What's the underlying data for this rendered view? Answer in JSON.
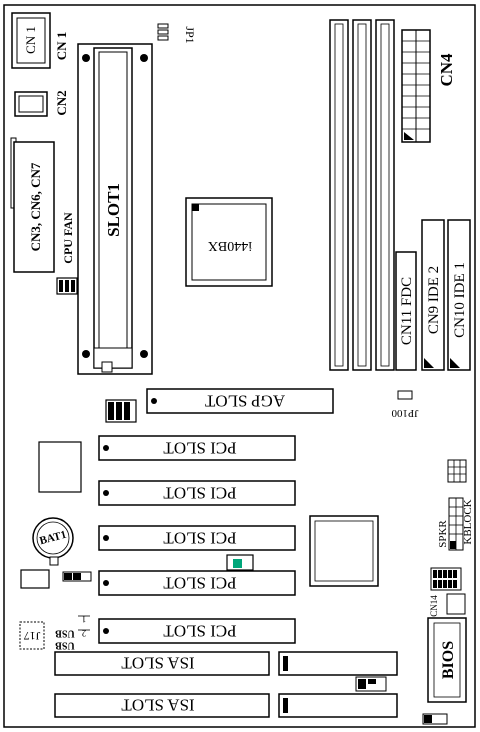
{
  "labels": {
    "cn1_box": "CN 1",
    "cn1_side": "CN 1",
    "jp1": "JP1",
    "cn2": "CN2",
    "cn4": "CN4",
    "cn_group": "CN3, CN6, CN7",
    "slot1": "SLOT1",
    "cpu_fan": "CPU FAN",
    "chipset": "i440BX",
    "cn11": "CN11 FDC",
    "cn9": "CN9 IDE 2",
    "cn10": "CN10 IDE 1",
    "agp_slot": "AGP SLOT",
    "jp100": "JP100",
    "pci_slots": [
      "PCI SLOT",
      "PCI SLOT",
      "PCI SLOT",
      "PCI SLOT",
      "PCI SLOT"
    ],
    "bat1": "BAT1",
    "spkr": "SPKR",
    "kblock": "KBLOCK",
    "cn14": "CN14",
    "usb1": "USB",
    "usb2": "USB",
    "usb_num1": "1",
    "usb_num2": "2",
    "j17": "J17",
    "isa_slots": [
      "ISA SLOT",
      "ISA SLOT"
    ],
    "bios": "BIOS"
  }
}
